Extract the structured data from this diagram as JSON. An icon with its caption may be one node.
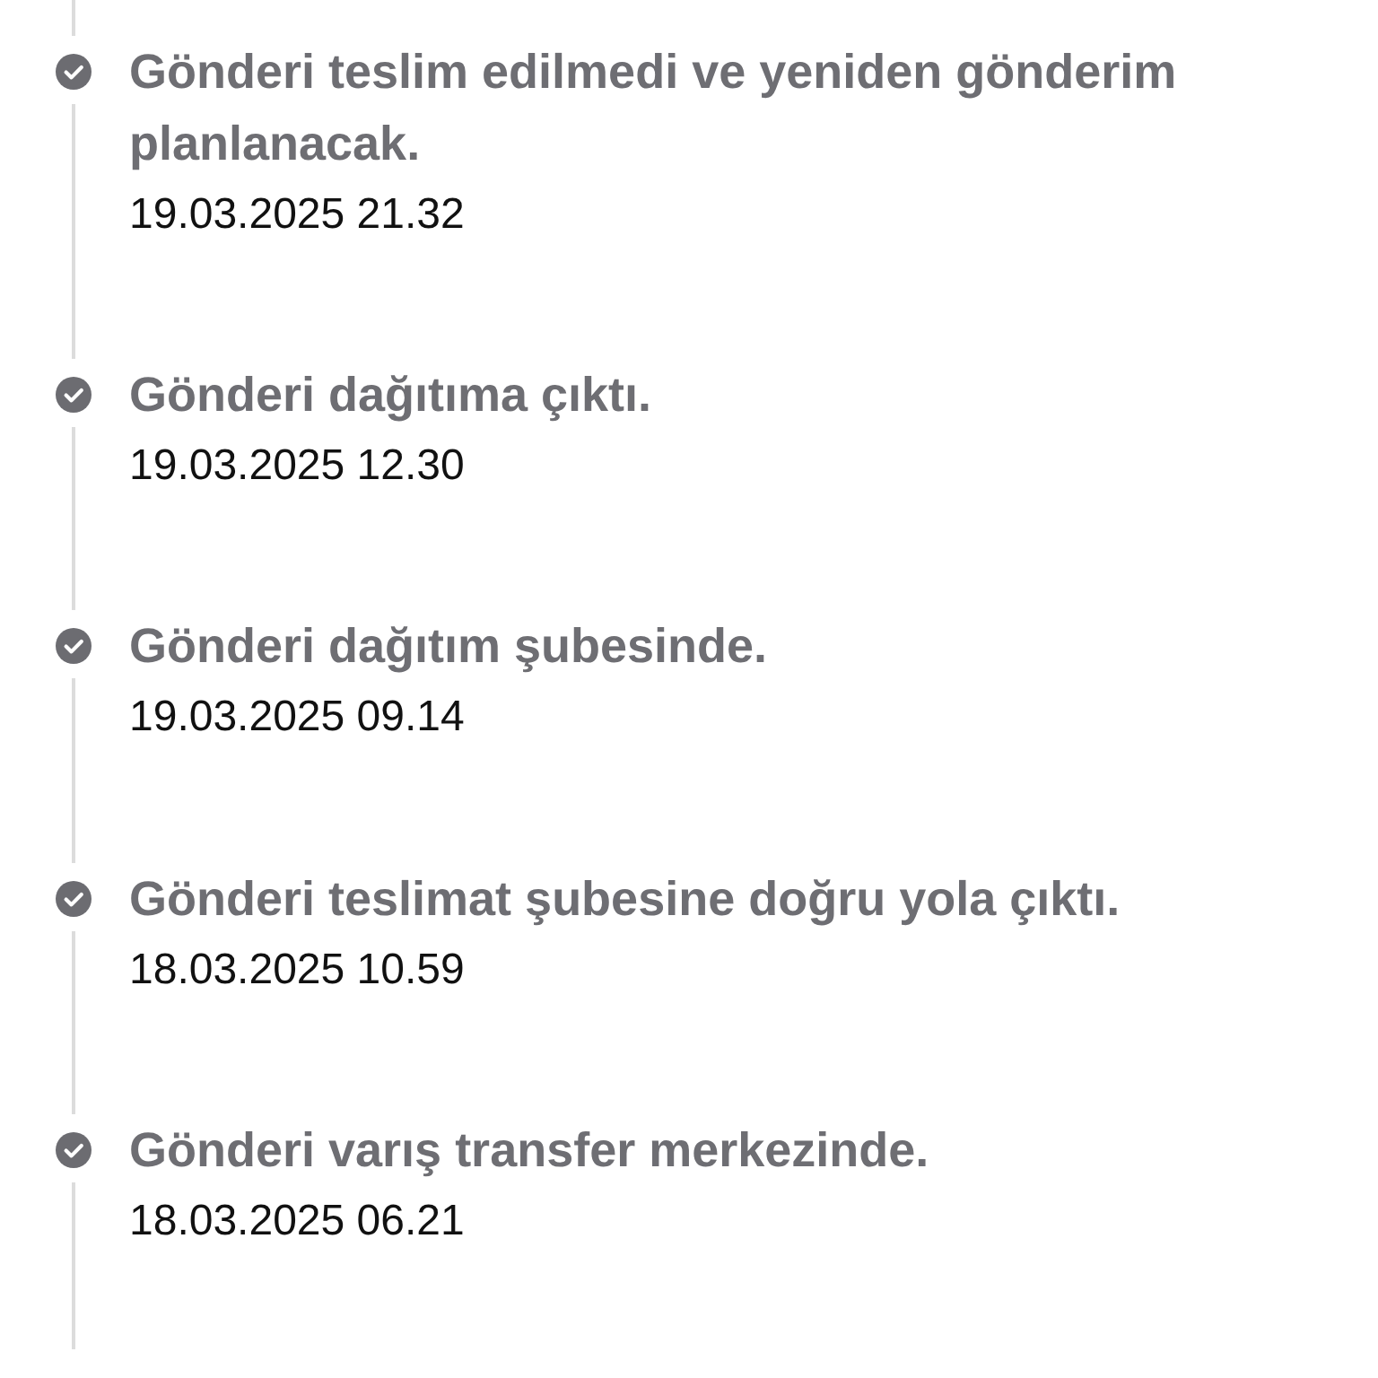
{
  "diagram": {
    "nodes": [
      {
        "text": [
          "Gönderi teslim edilmedi ve yeniden gönderim planlanacak.",
          "19.03.2025 21.32"
        ]
      },
      {
        "text": [
          "Gönderi dağıtıma çıktı.",
          "19.03.2025 12.30"
        ]
      },
      {
        "text": [
          "Gönderi dağıtım şubesinde.",
          "19.03.2025 09.14"
        ]
      },
      {
        "text": [
          "Gönderi teslimat şubesine doğru yola çıktı.",
          "18.03.2025 10.59"
        ]
      },
      {
        "text": [
          "Gönderi varış transfer merkezinde.",
          "18.03.2025 06.21"
        ]
      }
    ],
    "edges": [
      {
        "from": null,
        "to": 0,
        "arrow": "none"
      },
      {
        "from": 0,
        "to": 1,
        "arrow": "none"
      },
      {
        "from": 1,
        "to": 2,
        "arrow": "none"
      },
      {
        "from": 2,
        "to": 3,
        "arrow": "none"
      },
      {
        "from": 3,
        "to": 4,
        "arrow": "none"
      },
      {
        "from": 4,
        "to": null,
        "arrow": "none"
      }
    ]
  }
}
